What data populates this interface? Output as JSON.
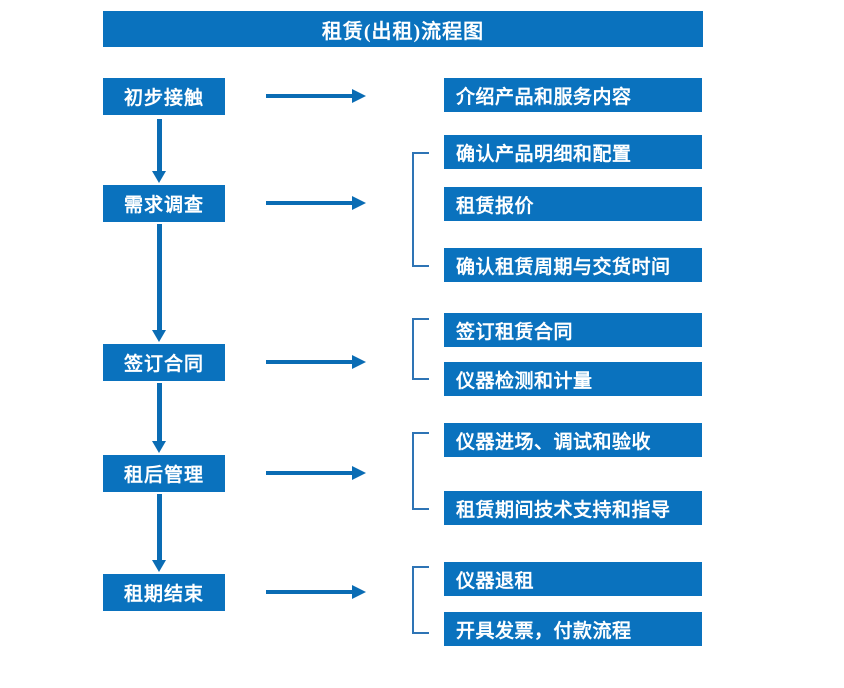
{
  "title": "租赁(出租)流程图",
  "colors": {
    "box_blue": "#0A72BE",
    "arrow_blue": "#0A6CB4",
    "bracket_blue": "#2E74B5",
    "text_white": "#FFFFFF",
    "background": "#FFFFFF"
  },
  "stages": [
    {
      "label": "初步接触"
    },
    {
      "label": "需求调查"
    },
    {
      "label": "签订合同"
    },
    {
      "label": "租后管理"
    },
    {
      "label": "租期结束"
    }
  ],
  "details": [
    {
      "label": "介绍产品和服务内容"
    },
    {
      "label": "确认产品明细和配置"
    },
    {
      "label": "租赁报价"
    },
    {
      "label": "确认租赁周期与交货时间"
    },
    {
      "label": "签订租赁合同"
    },
    {
      "label": "仪器检测和计量"
    },
    {
      "label": "仪器进场、调试和验收"
    },
    {
      "label": "租赁期间技术支持和指导"
    },
    {
      "label": "仪器退租"
    },
    {
      "label": "开具发票，付款流程"
    }
  ],
  "flow": {
    "stage_to_detail_arrow": "right-arrow",
    "stage_to_stage_arrow": "down-arrow",
    "group_bracket": "left-bracket"
  }
}
